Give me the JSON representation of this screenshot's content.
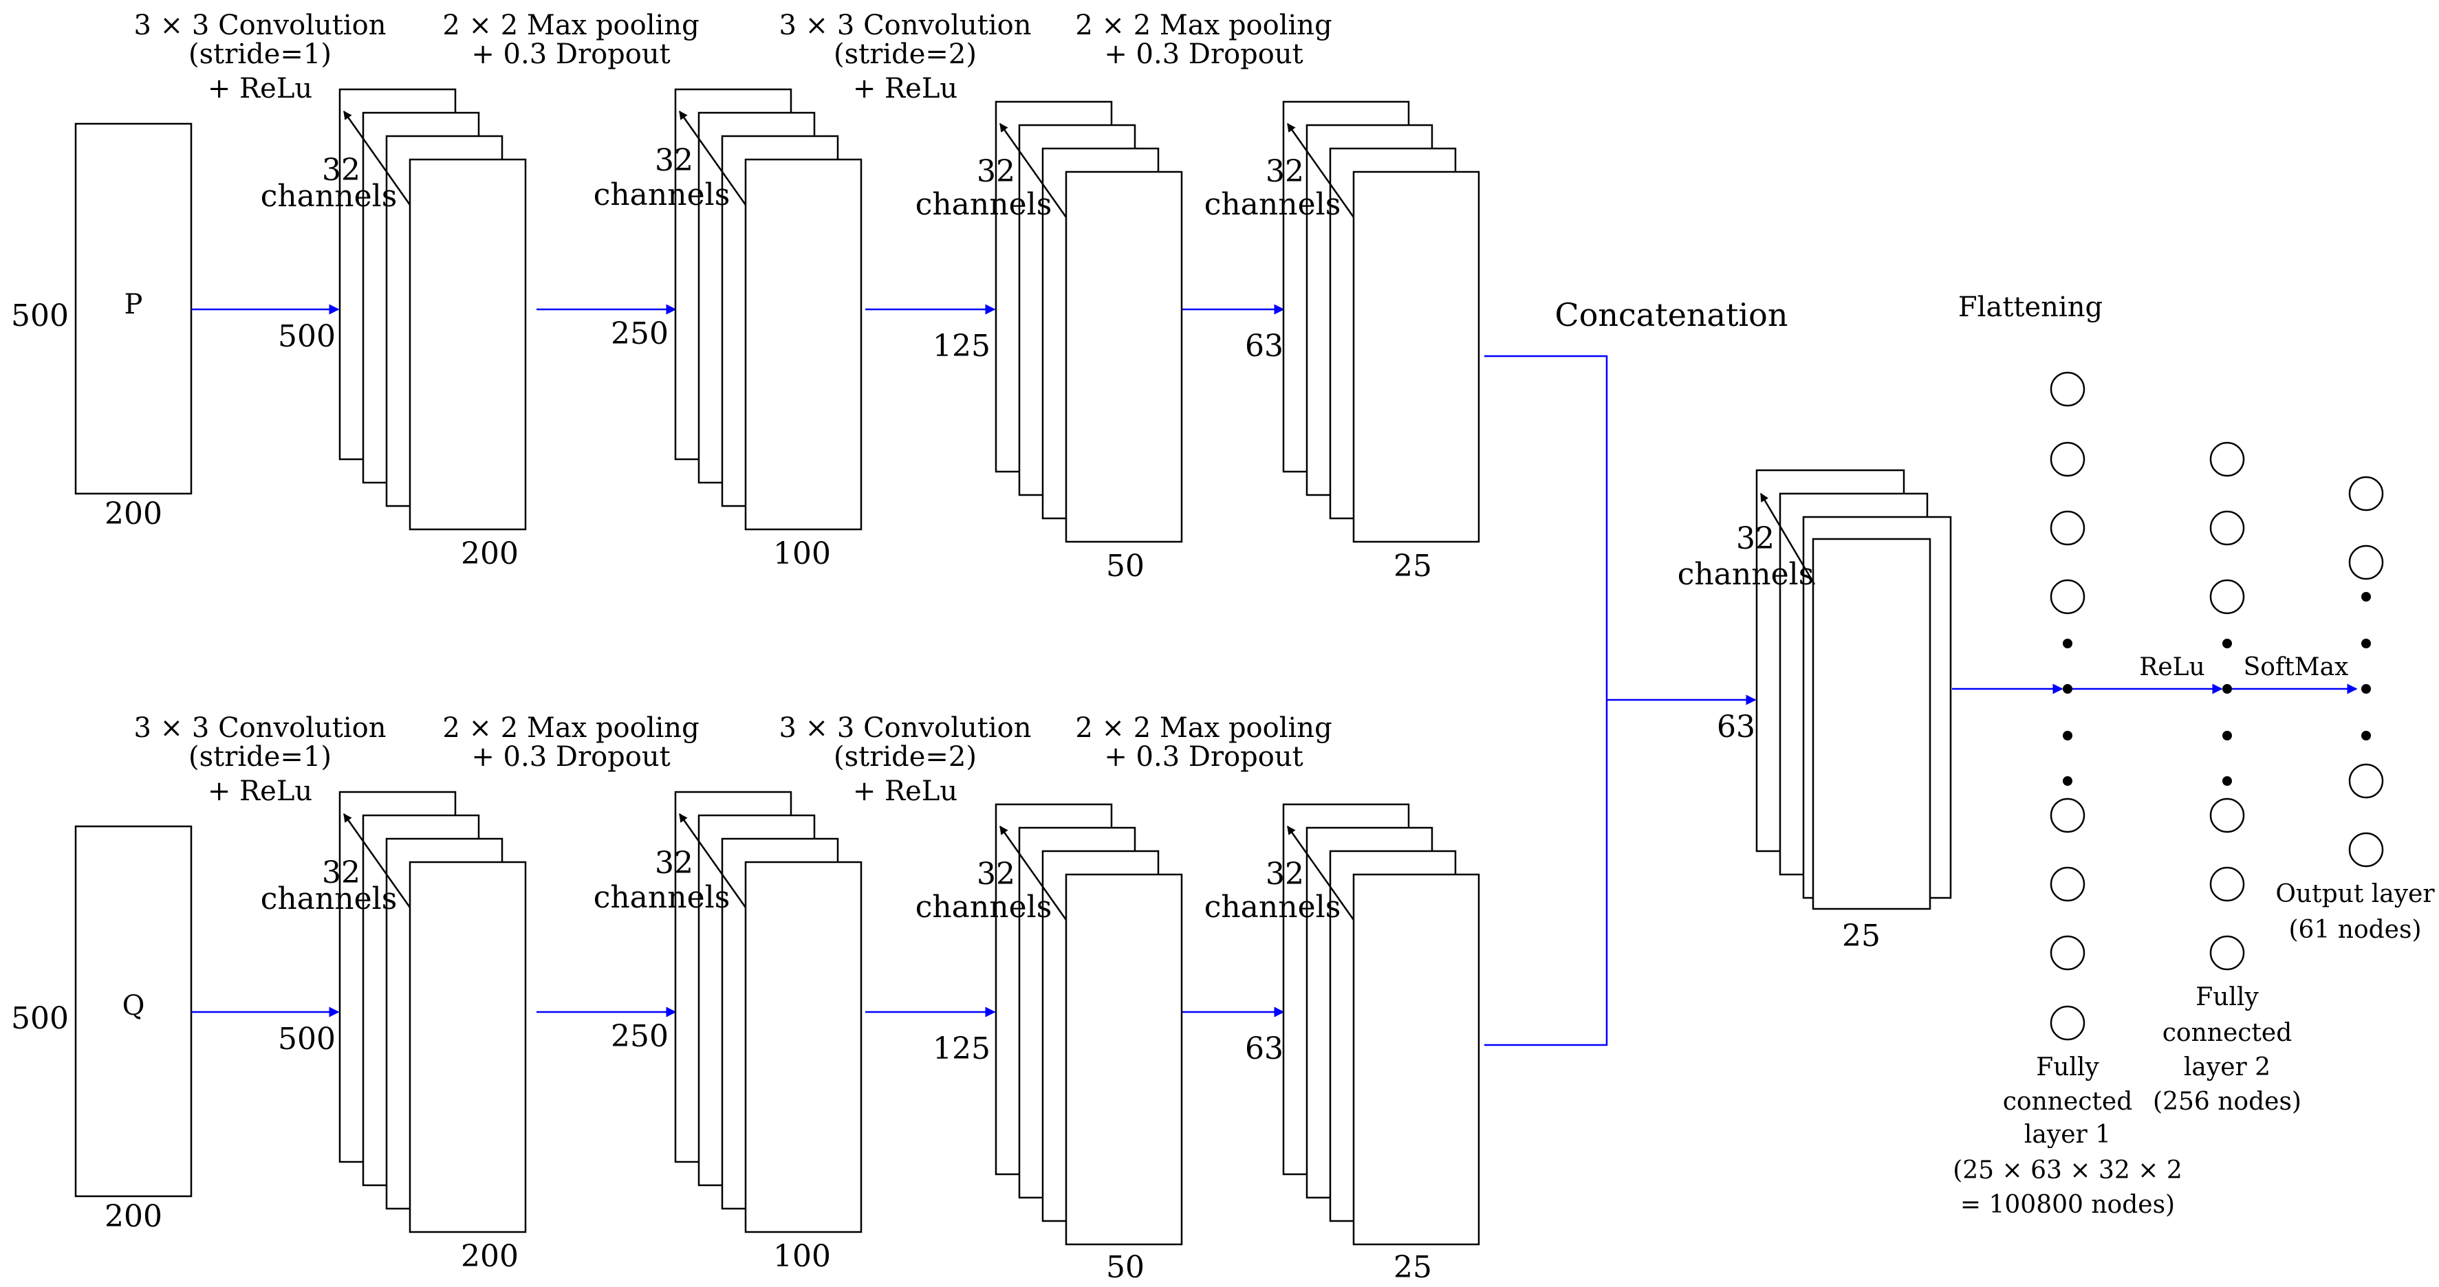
{
  "branches": [
    {
      "input": {
        "name": "P",
        "height": "500",
        "width": "200"
      },
      "ops": [
        {
          "lines": [
            "3 × 3 Convolution",
            "(stride=1)",
            "+ ReLu"
          ]
        },
        {
          "lines": [
            "2 × 2 Max pooling",
            "+ 0.3 Dropout"
          ]
        },
        {
          "lines": [
            "3 × 3 Convolution",
            "(stride=2)",
            "+ ReLu"
          ]
        },
        {
          "lines": [
            "2 × 2 Max pooling",
            "+ 0.3 Dropout"
          ]
        }
      ],
      "maps": [
        {
          "channels": "32",
          "channels_word": "channels",
          "height": "500",
          "width": "200"
        },
        {
          "channels": "32",
          "channels_word": "channels",
          "height": "250",
          "width": "100"
        },
        {
          "channels": "32",
          "channels_word": "channels",
          "height": "125",
          "width": "50"
        },
        {
          "channels": "32",
          "channels_word": "channels",
          "height": "63",
          "width": "25"
        }
      ]
    },
    {
      "input": {
        "name": "Q",
        "height": "500",
        "width": "200"
      },
      "ops": [
        {
          "lines": [
            "3 × 3 Convolution",
            "(stride=1)",
            "+ ReLu"
          ]
        },
        {
          "lines": [
            "2 × 2 Max pooling",
            "+ 0.3 Dropout"
          ]
        },
        {
          "lines": [
            "3 × 3 Convolution",
            "(stride=2)",
            "+ ReLu"
          ]
        },
        {
          "lines": [
            "2 × 2 Max pooling",
            "+ 0.3 Dropout"
          ]
        }
      ],
      "maps": [
        {
          "channels": "32",
          "channels_word": "channels",
          "height": "500",
          "width": "200"
        },
        {
          "channels": "32",
          "channels_word": "channels",
          "height": "250",
          "width": "100"
        },
        {
          "channels": "32",
          "channels_word": "channels",
          "height": "125",
          "width": "50"
        },
        {
          "channels": "32",
          "channels_word": "channels",
          "height": "63",
          "width": "25"
        }
      ]
    }
  ],
  "concat": {
    "label": "Concatenation",
    "channels": "32",
    "channels_word": "channels",
    "height": "63",
    "width": "25"
  },
  "flatten_label": "Flattening",
  "activations": {
    "relu": "ReLu",
    "softmax": "SoftMax"
  },
  "fc1_label": [
    "Fully",
    "connected",
    "layer 1",
    "(25 × 63 × 32 × 2",
    "= 100800 nodes)"
  ],
  "fc2_label": [
    "Fully",
    "connected",
    "layer 2",
    "(256 nodes)"
  ],
  "output_label": [
    "Output layer",
    "(61 nodes)"
  ],
  "colors": {
    "arrow": "#0000ff",
    "stroke": "#000000"
  }
}
